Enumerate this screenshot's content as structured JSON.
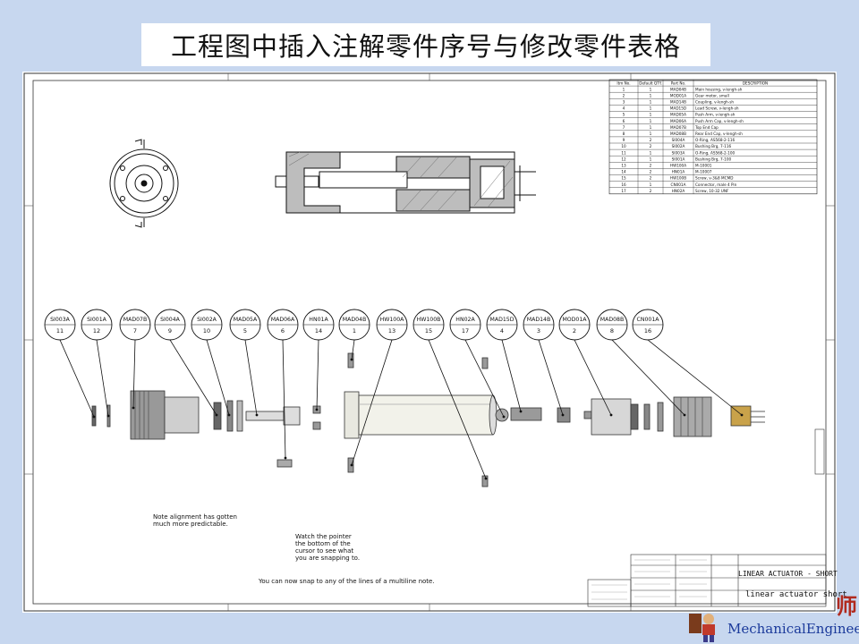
{
  "slide": {
    "title": "工程图中插入注解零件序号与修改零件表格",
    "side_char": "师",
    "logo_text": "MechanicalEngineers"
  },
  "drawing": {
    "balloons": [
      {
        "code": "SI003A",
        "num": "11"
      },
      {
        "code": "SI001A",
        "num": "12"
      },
      {
        "code": "MAD07B",
        "num": "7"
      },
      {
        "code": "SI004A",
        "num": "9"
      },
      {
        "code": "SI002A",
        "num": "10"
      },
      {
        "code": "MAD05A",
        "num": "5"
      },
      {
        "code": "MAD06A",
        "num": "6"
      },
      {
        "code": "HN01A",
        "num": "14"
      },
      {
        "code": "MAD04B",
        "num": "1"
      },
      {
        "code": "HW100A",
        "num": "13"
      },
      {
        "code": "HW100B",
        "num": "15"
      },
      {
        "code": "HN02A",
        "num": "17"
      },
      {
        "code": "MAD15D",
        "num": "4"
      },
      {
        "code": "MAD14B",
        "num": "3"
      },
      {
        "code": "MOD01A",
        "num": "2"
      },
      {
        "code": "MAD08B",
        "num": "8"
      },
      {
        "code": "CN001A",
        "num": "16"
      }
    ],
    "bom": {
      "headers": [
        "Itm No.",
        "Default QTY.",
        "Part No.",
        "DESCRIPTION"
      ],
      "rows": [
        [
          "1",
          "1",
          "MAD04B",
          "Main housing, v-lengh-sh"
        ],
        [
          "2",
          "1",
          "MOD01A",
          "Gear motor, small"
        ],
        [
          "3",
          "1",
          "MAD14B",
          "Coupling, v-lengh-sh"
        ],
        [
          "4",
          "1",
          "MAD15D",
          "Lead Screw, v-lengh-sh"
        ],
        [
          "5",
          "1",
          "MAD05A",
          "Push Arm, v-lengh-sh"
        ],
        [
          "6",
          "1",
          "MAD06A",
          "Push Arm Cap, v-lengh-sh"
        ],
        [
          "7",
          "1",
          "MAD07B",
          "Top End Cap"
        ],
        [
          "8",
          "1",
          "MAD08B",
          "Rear End Cap, v-lengh-sh"
        ],
        [
          "9",
          "2",
          "SI004A",
          "O-Ring, AS568-2-116"
        ],
        [
          "10",
          "2",
          "SI002A",
          "Bushing Brg, 7-116"
        ],
        [
          "11",
          "1",
          "SI003A",
          "O-Ring, AS568-2-100"
        ],
        [
          "12",
          "1",
          "SI001A",
          "Bushing Brg, 7-100"
        ],
        [
          "13",
          "2",
          "HW100A",
          "M-10001"
        ],
        [
          "14",
          "2",
          "HN01A",
          "M-10007"
        ],
        [
          "15",
          "2",
          "HW100B",
          "Screw, v-3&8 MCMD"
        ],
        [
          "16",
          "1",
          "CN001A",
          "Connector, male 4 Pin"
        ],
        [
          "17",
          "2",
          "HN02A",
          "Screw, 10-32 UNF"
        ]
      ]
    },
    "notes": {
      "alignment": [
        "Note alignment has gotten",
        "much more predictable."
      ],
      "pointer": [
        "Watch the pointer",
        "the bottom of the",
        "cursor to see what",
        "you are snapping to."
      ],
      "snap": "You can now snap to any of the lines of a multiline note."
    },
    "title_block": {
      "name": "LINEAR ACTUATOR - SHORT",
      "subname": "linear actuator short"
    }
  }
}
